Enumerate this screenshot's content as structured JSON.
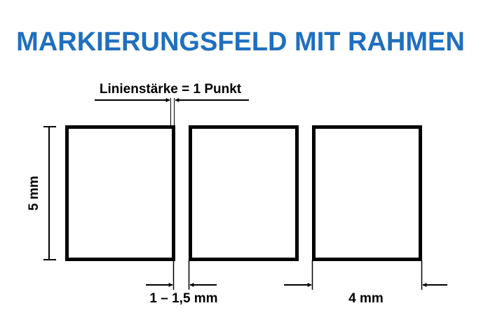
{
  "title": "MARKIERUNGSFELD MIT RAHMEN",
  "title_color": "#1f6fbf",
  "line_color": "#000000",
  "labels": {
    "line_width": "Linienstärke = 1 Punkt",
    "height": "5 mm",
    "gap": "1 – 1,5 mm",
    "width": "4 mm"
  },
  "boxes": [
    {
      "name": "box-1"
    },
    {
      "name": "box-2"
    },
    {
      "name": "box-3"
    }
  ]
}
